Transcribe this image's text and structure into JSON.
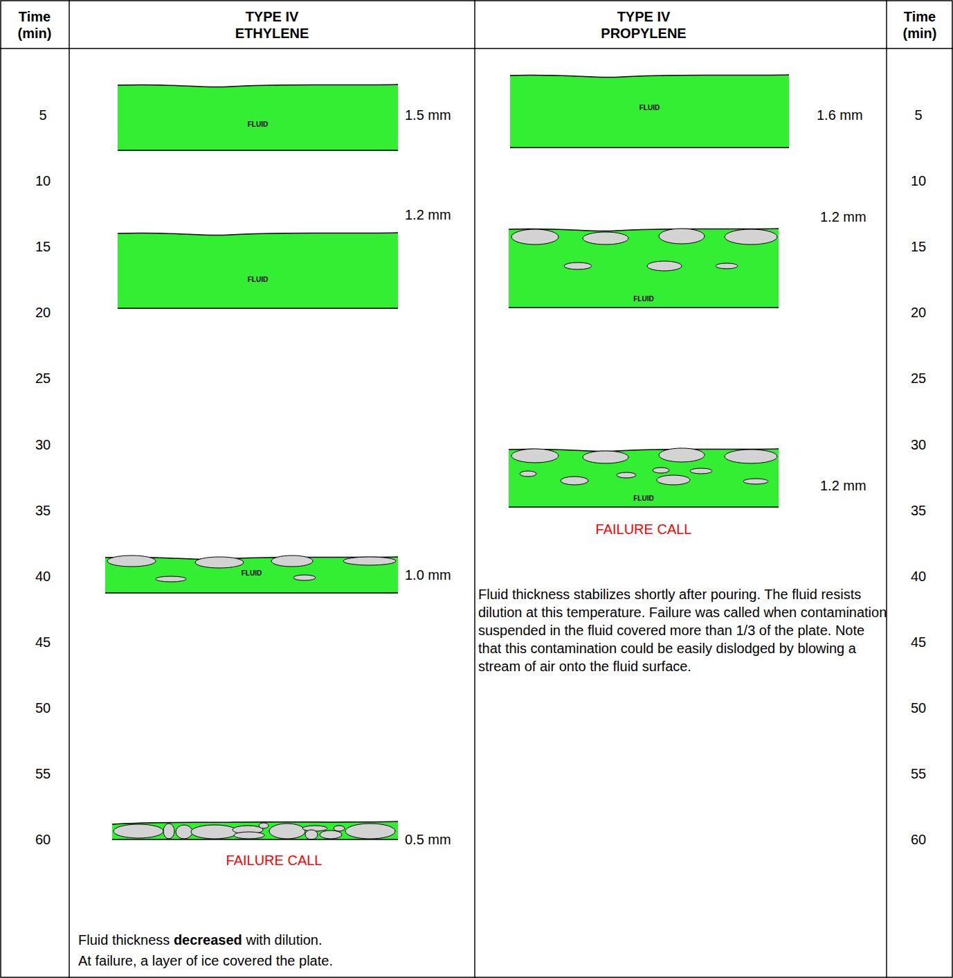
{
  "diagram": {
    "nodes": [
      {
        "text": [
          "FLUID"
        ]
      },
      {
        "text": [
          "FLUID"
        ]
      },
      {
        "text": [
          "FLUID"
        ]
      },
      {
        "text": [
          "FLUID"
        ]
      },
      {
        "text": [
          "FLUID"
        ]
      },
      {
        "text": [
          "FLUID"
        ]
      }
    ],
    "labels": [
      "Time (min)",
      "TYPE IV ETHYLENE",
      "TYPE IV PROPYLENE",
      "Time (min)",
      "5",
      "10",
      "15",
      "20",
      "25",
      "30",
      "35",
      "40",
      "45",
      "50",
      "55",
      "60",
      "5",
      "10",
      "15",
      "20",
      "25",
      "30",
      "35",
      "40",
      "45",
      "50",
      "55",
      "60",
      "1.5 mm",
      "1.6 mm",
      "1.2 mm",
      "1.2 mm",
      "1.2 mm",
      "FAILURE CALL",
      "1.0 mm",
      "Fluid thickness stabilizes shortly after pouring. The fluid resists dilution at this temperature. Failure was called when contamination suspended in the fluid covered more than 1/3 of the plate. Note that this contamination could be easily dislodged by blowing a stream of air onto the fluid surface.",
      "0.5 mm",
      "FAILURE CALL",
      "Fluid thickness",
      "decreased",
      "with dilution.",
      "At failure, a layer of ice covered the plate."
    ]
  }
}
